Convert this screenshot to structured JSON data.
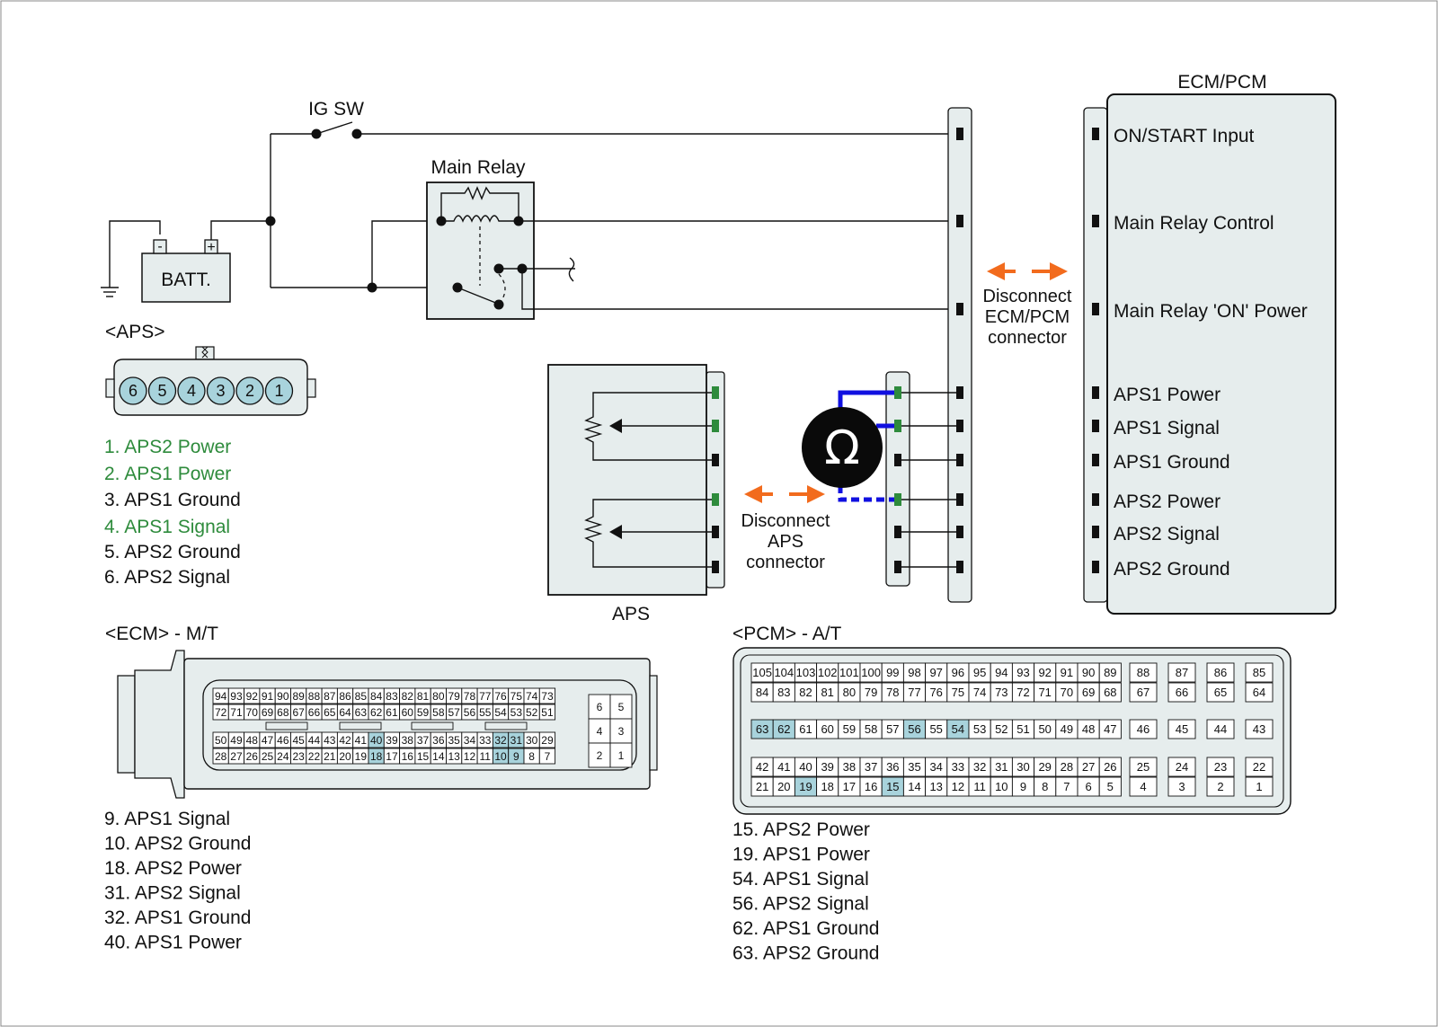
{
  "colors": {
    "ink": "#111111",
    "panel": "#e6eded",
    "pinHighlight": "#a8d3dc",
    "apsPinFill": "#a8d3dc",
    "green": "#2e8b3c",
    "probe": "#1010e0",
    "arrow": "#f26b1d",
    "ohmmeter": "#0a0a0a"
  },
  "switch": {
    "label": "IG SW"
  },
  "battery": {
    "label": "BATT.",
    "minus": "-",
    "plus": "+"
  },
  "relay": {
    "label": "Main Relay"
  },
  "aps_connector": {
    "title": "<APS>",
    "pins": [
      "6",
      "5",
      "4",
      "3",
      "2",
      "1"
    ],
    "legend": [
      {
        "text": "1. APS2 Power",
        "color": "#2e8b3c"
      },
      {
        "text": "2. APS1 Power",
        "color": "#2e8b3c"
      },
      {
        "text": "3. APS1 Ground",
        "color": "#111111"
      },
      {
        "text": "4. APS1 Signal",
        "color": "#2e8b3c"
      },
      {
        "text": "5. APS2 Ground",
        "color": "#111111"
      },
      {
        "text": "6. APS2 Signal",
        "color": "#111111"
      }
    ]
  },
  "aps_sensor": {
    "label": "APS"
  },
  "ohmmeter": {
    "symbol": "Ω",
    "icon": "ohmmeter-icon"
  },
  "disconnect_aps": {
    "line1": "Disconnect",
    "line2": "APS",
    "line3": "connector"
  },
  "disconnect_ecm": {
    "line1": "Disconnect",
    "line2": "ECM/PCM",
    "line3": "connector"
  },
  "ecm_pcm": {
    "title": "ECM/PCM",
    "terminals": [
      "ON/START Input",
      "Main Relay Control",
      "Main Relay 'ON' Power",
      "APS1 Power",
      "APS1 Signal",
      "APS1 Ground",
      "APS2 Power",
      "APS2 Signal",
      "APS2 Ground"
    ]
  },
  "ecm_mt": {
    "title": "<ECM> - M/T",
    "rows": [
      [
        "94",
        "93",
        "92",
        "91",
        "90",
        "89",
        "88",
        "87",
        "86",
        "85",
        "84",
        "83",
        "82",
        "81",
        "80",
        "79",
        "78",
        "77",
        "76",
        "75",
        "74",
        "73"
      ],
      [
        "72",
        "71",
        "70",
        "69",
        "68",
        "67",
        "66",
        "65",
        "64",
        "63",
        "62",
        "61",
        "60",
        "59",
        "58",
        "57",
        "56",
        "55",
        "54",
        "53",
        "52",
        "51"
      ],
      [
        "50",
        "49",
        "48",
        "47",
        "46",
        "45",
        "44",
        "43",
        "42",
        "41",
        "40",
        "39",
        "38",
        "37",
        "36",
        "35",
        "34",
        "33",
        "32",
        "31",
        "30",
        "29"
      ],
      [
        "28",
        "27",
        "26",
        "25",
        "24",
        "23",
        "22",
        "21",
        "20",
        "19",
        "18",
        "17",
        "16",
        "15",
        "14",
        "13",
        "12",
        "11",
        "10",
        "9",
        "8",
        "7"
      ]
    ],
    "side_rows": [
      [
        "6",
        "5"
      ],
      [
        "4",
        "3"
      ],
      [
        "2",
        "1"
      ]
    ],
    "highlighted": [
      "40",
      "32",
      "31",
      "18",
      "10",
      "9"
    ],
    "legend": [
      "9. APS1 Signal",
      "10. APS2 Ground",
      "18. APS2 Power",
      "31. APS2 Signal",
      "32. APS1 Ground",
      "40. APS1 Power"
    ]
  },
  "pcm_at": {
    "title": "<PCM> - A/T",
    "main_rows": [
      [
        "105",
        "104",
        "103",
        "102",
        "101",
        "100",
        "99",
        "98",
        "97",
        "96",
        "95",
        "94",
        "93",
        "92",
        "91",
        "90",
        "89"
      ],
      [
        "84",
        "83",
        "82",
        "81",
        "80",
        "79",
        "78",
        "77",
        "76",
        "75",
        "74",
        "73",
        "72",
        "71",
        "70",
        "69",
        "68"
      ],
      [
        "63",
        "62",
        "61",
        "60",
        "59",
        "58",
        "57",
        "56",
        "55",
        "54",
        "53",
        "52",
        "51",
        "50",
        "49",
        "48",
        "47"
      ],
      [
        "42",
        "41",
        "40",
        "39",
        "38",
        "37",
        "36",
        "35",
        "34",
        "33",
        "32",
        "31",
        "30",
        "29",
        "28",
        "27",
        "26"
      ],
      [
        "21",
        "20",
        "19",
        "18",
        "17",
        "16",
        "15",
        "14",
        "13",
        "12",
        "11",
        "10",
        "9",
        "8",
        "7",
        "6",
        "5"
      ]
    ],
    "side_rows": [
      [
        "88",
        "87",
        "86",
        "85"
      ],
      [
        "67",
        "66",
        "65",
        "64"
      ],
      [
        "46",
        "45",
        "44",
        "43"
      ],
      [
        "25",
        "24",
        "23",
        "22"
      ],
      [
        "4",
        "3",
        "2",
        "1"
      ]
    ],
    "highlighted": [
      "63",
      "62",
      "56",
      "54",
      "19",
      "15"
    ],
    "legend": [
      "15. APS2 Power",
      "19. APS1 Power",
      "54. APS1 Signal",
      "56. APS2 Signal",
      "62. APS1 Ground",
      "63. APS2 Ground"
    ]
  }
}
